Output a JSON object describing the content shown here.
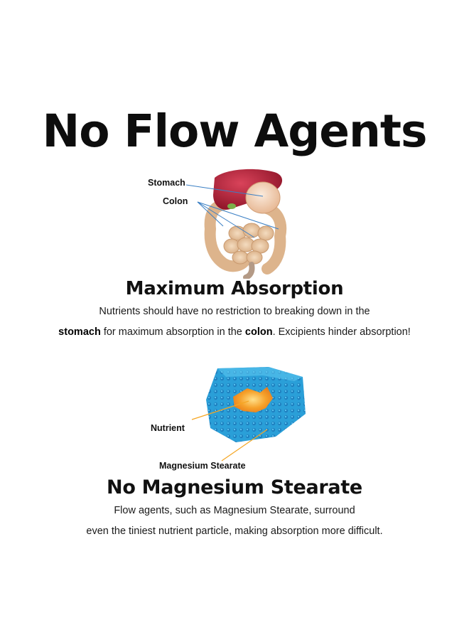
{
  "title": "No Flow Agents",
  "absorption": {
    "diagram_labels": {
      "stomach": "Stomach",
      "colon": "Colon"
    },
    "heading": "Maximum Absorption",
    "line1": "Nutrients should have no restriction to breaking down in the",
    "line2_bold1": "stomach",
    "line2_text1": " for maximum absorption in the ",
    "line2_bold2": "colon",
    "line2_text2": ". Excipients hinder absorption!"
  },
  "stearate": {
    "diagram_labels": {
      "nutrient": "Nutrient",
      "magnesium_stearate": "Magnesium Stearate"
    },
    "heading": "No Magnesium Stearate",
    "line1": "Flow agents, such as Magnesium Stearate, surround",
    "line2": "even the tiniest nutrient particle, making absorption more difficult."
  },
  "colors": {
    "liver": "#b3203a",
    "intestine": "#e9c9a6",
    "leader_line": "#3a7fc4",
    "particle_blue": "#2a9fd8",
    "nutrient_orange": "#f0961e",
    "pointer_orange": "#f5a623"
  }
}
